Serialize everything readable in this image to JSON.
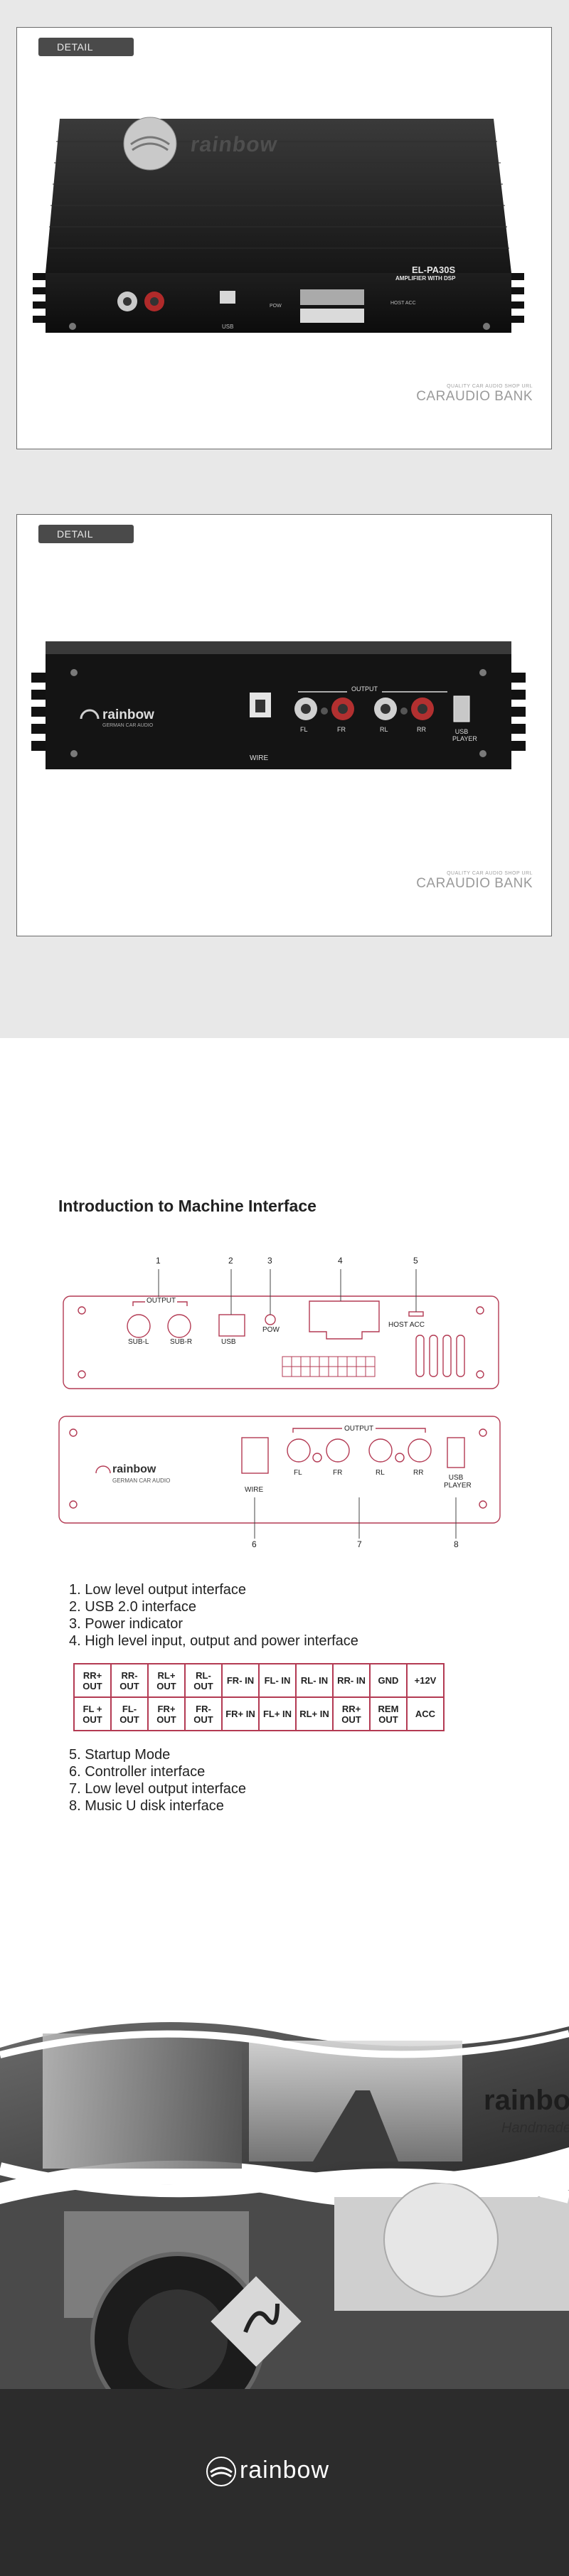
{
  "panel1": {
    "tag": "DETAIL",
    "device_brand": "rainbow",
    "model": "EL-PA30S",
    "model_sub": "AMPLIFIER WITH DSP",
    "port_usb": "USB",
    "port_pow": "POW",
    "port_host_acc": "HOST ACC",
    "brand_small": "QUALITY CAR AUDIO SHOP URL",
    "brand_big": "CARAUDIO BANK"
  },
  "panel2": {
    "tag": "DETAIL",
    "device_brand": "rainbow",
    "device_brand_sub": "GERMAN CAR AUDIO",
    "output_label": "OUTPUT",
    "wire_label": "WIRE",
    "channels": [
      "FL",
      "FR",
      "RL",
      "RR"
    ],
    "usb_label_1": "USB",
    "usb_label_2": "PLAYER",
    "brand_small": "QUALITY CAR AUDIO SHOP URL",
    "brand_big": "CARAUDIO BANK"
  },
  "intro": {
    "title": "Introduction to Machine Interface",
    "callouts_top": [
      "1",
      "2",
      "3",
      "4",
      "5"
    ],
    "callouts_bottom": [
      "6",
      "7",
      "8"
    ],
    "top_output": "OUTPUT",
    "top_sub_l": "SUB-L",
    "top_sub_r": "SUB-R",
    "top_usb": "USB",
    "top_pow": "POW",
    "top_host_acc": "HOST ACC",
    "bot_brand": "rainbow",
    "bot_brand_sub": "GERMAN CAR AUDIO",
    "bot_wire": "WIRE",
    "bot_output": "OUTPUT",
    "bot_channels": [
      "FL",
      "FR",
      "RL",
      "RR"
    ],
    "bot_usb_1": "USB",
    "bot_usb_2": "PLAYER",
    "list1": [
      "1. Low level output interface",
      "2. USB 2.0 interface",
      "3. Power indicator",
      "4. High level input, output and power interface"
    ],
    "pin_rows": [
      [
        "RR+ OUT",
        "RR- OUT",
        "RL+ OUT",
        "RL- OUT",
        "FR- IN",
        "FL- IN",
        "RL- IN",
        "RR- IN",
        "GND",
        "+12V"
      ],
      [
        "FL + OUT",
        "FL- OUT",
        "FR+ OUT",
        "FR- OUT",
        "FR+ IN",
        "FL+ IN",
        "RL+ IN",
        "RR+ OUT",
        "REM OUT",
        "ACC"
      ]
    ],
    "list2": [
      "5. Startup Mode",
      "6. Controller interface",
      "7. Low level output interface",
      "8. Music U disk interface"
    ]
  },
  "collage": {
    "brand": "rainbow",
    "tagline": "Handmade"
  },
  "footer": {
    "logo": "rainbow"
  },
  "colors": {
    "outline": "#b33a53",
    "device_body": "#1b1b1b",
    "footer_bg": "#2c2c2c"
  }
}
